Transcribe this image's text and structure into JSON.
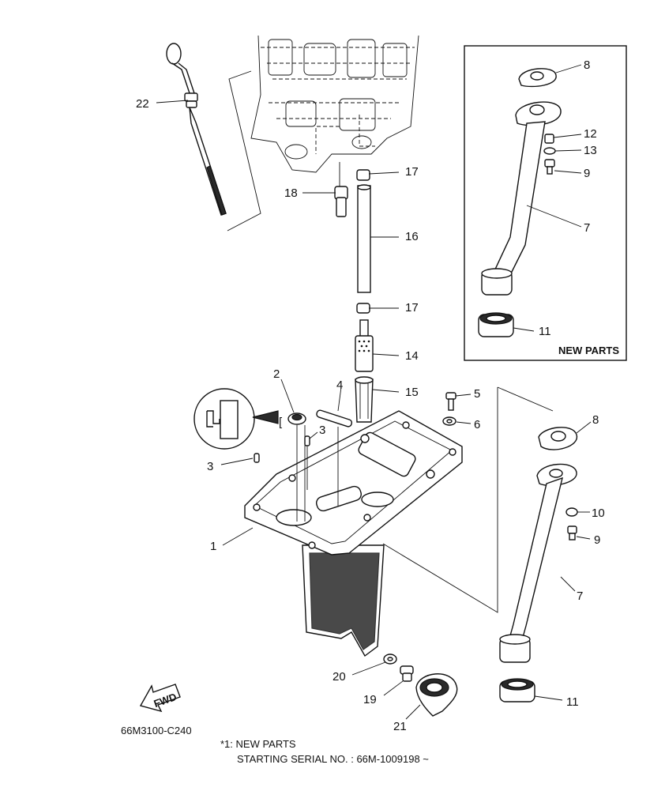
{
  "diagram_code": "66M3100-C240",
  "fwd_label": "FWD",
  "inset_title": "NEW PARTS",
  "inset_note_marker": "[",
  "footnote": {
    "line1": "*1: NEW PARTS",
    "line2": "STARTING SERIAL NO. : 66M-1009198 ~"
  },
  "callouts": {
    "c1": "1",
    "c2": "2",
    "c3a": "3",
    "c3b": "3",
    "c4": "4",
    "c5": "5",
    "c6": "6",
    "c7a": "7",
    "c7b": "7",
    "c8a": "8",
    "c8b": "8",
    "c9a": "9",
    "c9b": "9",
    "c10": "10",
    "c11a": "11",
    "c11b": "11",
    "c12": "12",
    "c13": "13",
    "c14": "14",
    "c15": "15",
    "c16": "16",
    "c17a": "17",
    "c17b": "17",
    "c18": "18",
    "c19": "19",
    "c20": "20",
    "c21": "21",
    "c22": "22"
  }
}
